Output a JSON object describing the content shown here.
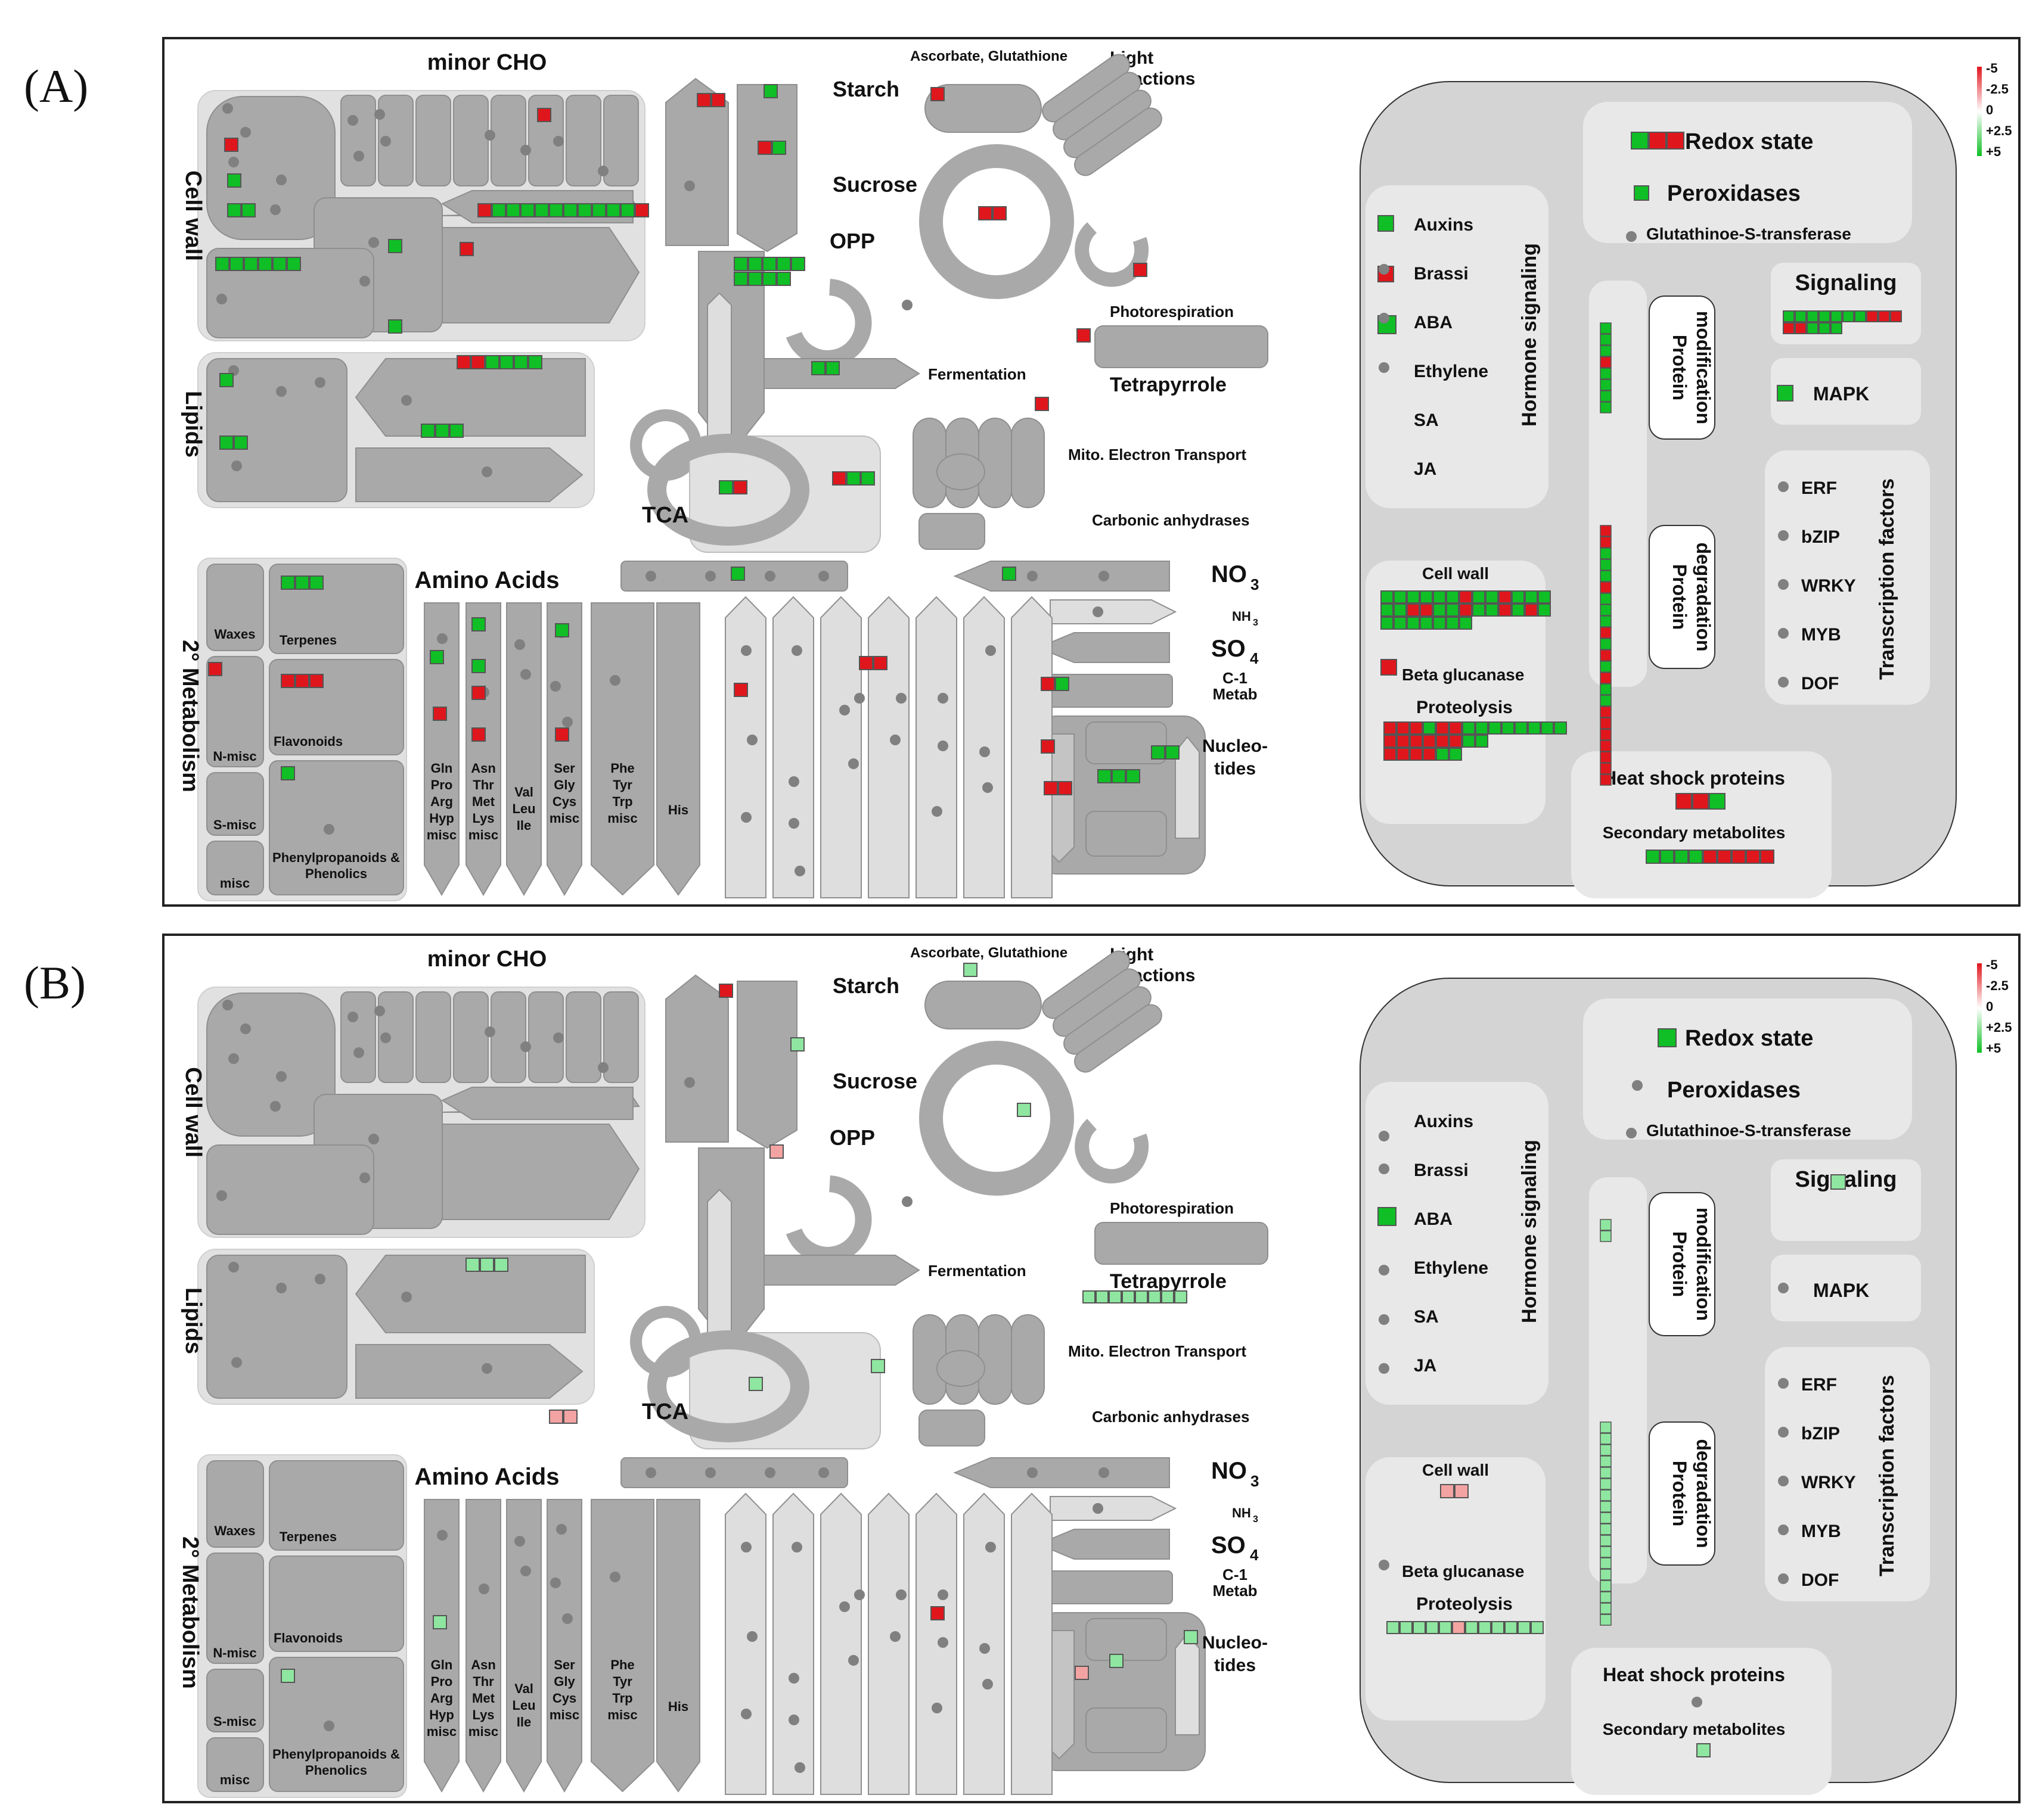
{
  "panels": [
    {
      "letter": "(A)",
      "left": {
        "minor_cho": "minor CHO",
        "cell_wall": "Cell wall",
        "lipids": "Lipids",
        "secondary_metabolism": "2° Metabolism",
        "starch": "Starch",
        "sucrose": "Sucrose",
        "opp": "OPP",
        "ascorbate": "Ascorbate, Glutathione",
        "light_reactions_1": "Light",
        "light_reactions_2": "Reactions",
        "photorespiration": "Photorespiration",
        "fermentation": "Fermentation",
        "tetrapyrrole": "Tetrapyrrole",
        "mito_electron": "Mito. Electron Transport",
        "carbonic": "Carbonic anhydrases",
        "tca": "TCA",
        "amino_acids": "Amino Acids",
        "no3": "NO",
        "no3_sub": "3",
        "nh3": "NH",
        "nh3_sub": "3",
        "so4": "SO",
        "so4_sub": "4",
        "c1_1": "C-1",
        "c1_2": "Metab",
        "nucleo_1": "Nucleo-",
        "nucleo_2": "tides",
        "waxes": "Waxes",
        "terpenes": "Terpenes",
        "flavonoids": "Flavonoids",
        "nmisc": "N-misc",
        "smisc": "S-misc",
        "misc": "misc",
        "phenyl_1": "Phenylpropanoids &",
        "phenyl_2": "Phenolics",
        "aa_col1": [
          "Gln",
          "Pro",
          "Arg",
          "Hyp",
          "misc"
        ],
        "aa_col2": [
          "Asn",
          "Thr",
          "Met",
          "Lys",
          "misc"
        ],
        "aa_col3": [
          "Val",
          "Leu",
          "Ile"
        ],
        "aa_col4": [
          "Ser",
          "Gly",
          "Cys",
          "misc"
        ],
        "aa_col5": [
          "Phe",
          "Tyr",
          "Trp",
          "misc"
        ],
        "aa_col6": [
          "His"
        ]
      },
      "right": {
        "redox": "Redox state",
        "peroxidases": "Peroxidases",
        "gst": "Glutathinoe-S-transferase",
        "auxins": "Auxins",
        "brassi": "Brassi",
        "aba": "ABA",
        "ethylene": "Ethylene",
        "sa": "SA",
        "ja": "JA",
        "hormone_signaling": "Hormone signaling",
        "protein_mod_1": "Protein",
        "protein_mod_2": "modification",
        "protein_deg_1": "Protein",
        "protein_deg_2": "degradation",
        "signaling": "Signaling",
        "mapk": "MAPK",
        "erf": "ERF",
        "bzip": "bZIP",
        "wrky": "WRKY",
        "myb": "MYB",
        "dof": "DOF",
        "transcription_factors": "Transcription factors",
        "cell_wall": "Cell wall",
        "beta_glucanase": "Beta glucanase",
        "proteolysis": "Proteolysis",
        "heat_shock": "Heat shock proteins",
        "secondary_metabolites": "Secondary metabolites"
      },
      "legend": [
        "-5",
        "-2.5",
        "0",
        "+2.5",
        "+5"
      ]
    },
    {
      "letter": "(B)",
      "left": {
        "minor_cho": "minor CHO",
        "cell_wall": "Cell wall",
        "lipids": "Lipids",
        "secondary_metabolism": "2° Metabolism",
        "starch": "Starch",
        "sucrose": "Sucrose",
        "opp": "OPP",
        "ascorbate": "Ascorbate, Glutathione",
        "light_reactions_1": "Light",
        "light_reactions_2": "Reactions",
        "photorespiration": "Photorespiration",
        "fermentation": "Fermentation",
        "tetrapyrrole": "Tetrapyrrole",
        "mito_electron": "Mito. Electron Transport",
        "carbonic": "Carbonic anhydrases",
        "tca": "TCA",
        "amino_acids": "Amino Acids",
        "no3": "NO",
        "no3_sub": "3",
        "nh3": "NH",
        "nh3_sub": "3",
        "so4": "SO",
        "so4_sub": "4",
        "c1_1": "C-1",
        "c1_2": "Metab",
        "nucleo_1": "Nucleo-",
        "nucleo_2": "tides",
        "waxes": "Waxes",
        "terpenes": "Terpenes",
        "flavonoids": "Flavonoids",
        "nmisc": "N-misc",
        "smisc": "S-misc",
        "misc": "misc",
        "phenyl_1": "Phenylpropanoids &",
        "phenyl_2": "Phenolics",
        "aa_col1": [
          "Gln",
          "Pro",
          "Arg",
          "Hyp",
          "misc"
        ],
        "aa_col2": [
          "Asn",
          "Thr",
          "Met",
          "Lys",
          "misc"
        ],
        "aa_col3": [
          "Val",
          "Leu",
          "Ile"
        ],
        "aa_col4": [
          "Ser",
          "Gly",
          "Cys",
          "misc"
        ],
        "aa_col5": [
          "Phe",
          "Tyr",
          "Trp",
          "misc"
        ],
        "aa_col6": [
          "His"
        ]
      },
      "right": {
        "redox": "Redox state",
        "peroxidases": "Peroxidases",
        "gst": "Glutathinoe-S-transferase",
        "auxins": "Auxins",
        "brassi": "Brassi",
        "aba": "ABA",
        "ethylene": "Ethylene",
        "sa": "SA",
        "ja": "JA",
        "hormone_signaling": "Hormone signaling",
        "protein_mod_1": "Protein",
        "protein_mod_2": "modification",
        "protein_deg_1": "Protein",
        "protein_deg_2": "degradation",
        "signaling": "Signaling",
        "mapk": "MAPK",
        "erf": "ERF",
        "bzip": "bZIP",
        "wrky": "WRKY",
        "myb": "MYB",
        "dof": "DOF",
        "transcription_factors": "Transcription factors",
        "cell_wall": "Cell wall",
        "beta_glucanase": "Beta glucanase",
        "proteolysis": "Proteolysis",
        "heat_shock": "Heat shock proteins",
        "secondary_metabolites": "Secondary metabolites"
      },
      "legend": [
        "-5",
        "-2.5",
        "0",
        "+2.5",
        "+5"
      ]
    }
  ],
  "colors": {
    "down_strong": "#e0161d",
    "down_light": "#f4a3a3",
    "up_strong": "#0fbf25",
    "up_light": "#8fe6a0",
    "shape_fill": "#a9a9a9",
    "shape_stroke": "#8f8f8f",
    "region_fill": "#e1e1e1",
    "light_shape_fill": "#dedede"
  }
}
